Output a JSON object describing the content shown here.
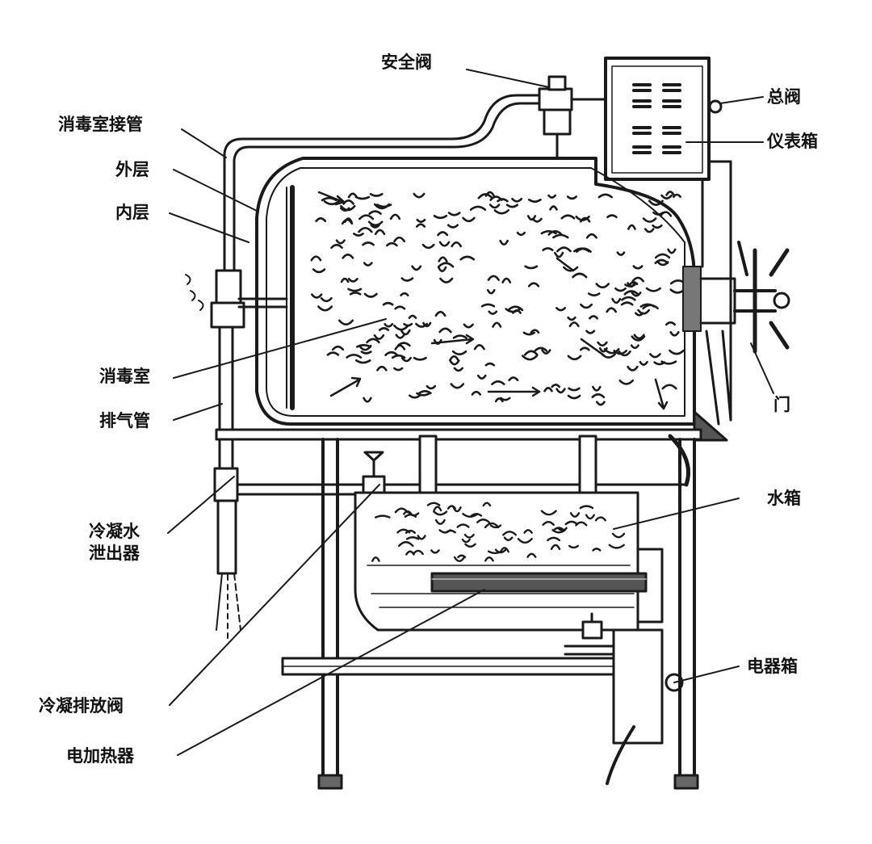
{
  "labels": {
    "safety_valve": "安全阀",
    "main_valve": "总阀",
    "instrument_box": "仪表箱",
    "chamber_pipe": "消毒室接管",
    "outer_layer": "外层",
    "inner_layer": "内层",
    "chamber": "消毒室",
    "exhaust_pipe": "排气管",
    "door": "门",
    "water_tank": "水箱",
    "condensate_line1": "冷凝水",
    "condensate_line2": "泄出器",
    "electrical_box": "电器箱",
    "condensate_drain_valve": "冷凝排放阀",
    "electric_heater": "电加热器"
  },
  "colors": {
    "ink": "#1a1a1a",
    "paper": "#ffffff",
    "steel": "#444444",
    "shade": "#9a9a9a"
  }
}
